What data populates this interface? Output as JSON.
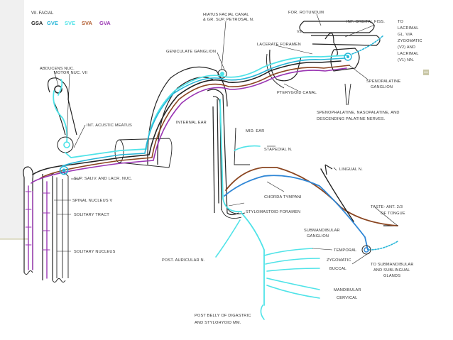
{
  "title": "VII. FACIAL",
  "legend": [
    {
      "abbr": "GSA",
      "color": "#222222"
    },
    {
      "abbr": "GVE",
      "color": "#26b6d8"
    },
    {
      "abbr": "SVE",
      "color": "#4fe3e8"
    },
    {
      "abbr": "SVA",
      "color": "#b0592b"
    },
    {
      "abbr": "GVA",
      "color": "#9a35b3"
    }
  ],
  "colors": {
    "gsa": "#222222",
    "gve": "#26b6d8",
    "sve": "#4fe3e8",
    "sva": "#8a4520",
    "gva": "#9a35b3",
    "nerve_blue": "#2e86d6",
    "slide_accent": "#c9c7a6"
  },
  "labels": {
    "hiatus_1": "HIATUS FACIAL CANAL",
    "hiatus_2": "& GR. SUP. PETROSAL N.",
    "for_rotundum": "FOR. ROTUNDUM",
    "inf_orbital": "INF. ORBITAL FISS.",
    "lacrimal_1": "TO",
    "lacrimal_2": "LACRIMAL",
    "lacrimal_3": "GL. VIA",
    "lacrimal_4": "ZYGOMATIC",
    "lacrimal_5": "(V2) AND",
    "lacrimal_6": "LACRIMAL",
    "lacrimal_7": "(V1) NN.",
    "v2": "V2",
    "lacerate": "LACERATE FORAMEN",
    "geniculate": "GENICULATE GANGLION",
    "abducens": "ABDUCENS NUC.",
    "motor": "MOTOR NUC. VII",
    "spenopalatine_1": "SPENOPALATINE",
    "spenopalatine_2": "GANGLION",
    "pterygoid": "PTERYGOID CANAL",
    "nerves_1": "SPENOPHALATINE, NASOPALATINE, AND",
    "nerves_2": "DESCENDING PALATINE NERVES.",
    "int_acustic": "INT. ACUSTIC MEATUS",
    "internal_ear": "INTERNAL EAR",
    "mid_ear": "MID. EAR",
    "stapedial": "STAPEDIAL N.",
    "lingual": "LINGUAL N.",
    "sup_saliv": "SUP. SALIV. AND LACR. NUC.",
    "spinal": "SPINAL NUCLEUS V",
    "chorda": "CHORDA TYMPANI",
    "taste_1": "TASTE- ANT. 2/3",
    "taste_2": "OF TONGUE",
    "solitary_tract": "SOLITARY TRACT",
    "stylomastoid": "STYLOMASTOID FORAMEN",
    "submand_1": "SUBMANDIBULAR",
    "submand_2": "GANGLION",
    "solitary_nucleus": "SOLITARY NUCLEUS",
    "temporal": "TEMPORAL",
    "zygomatic": "ZYGOMATIC",
    "buccal": "BUCCAL",
    "to_submand_1": "TO SUBMANDIBULAR",
    "to_submand_2": "AND SUBLINGUAL",
    "to_submand_3": "GLANDS",
    "post_auricular": "POST. AURICULAR N.",
    "mandibular": "MANDIBULAR",
    "cervical": "CERVICAL",
    "digastric_1": "POST BELLY OF DIGASTRIC",
    "digastric_2": "AND STYLOHYOID MM."
  }
}
